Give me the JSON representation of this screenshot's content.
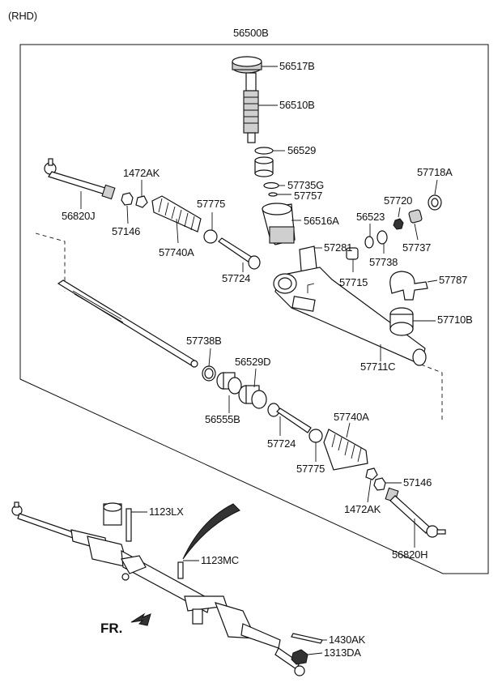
{
  "header": {
    "variant": "(RHD)"
  },
  "direction": {
    "label": "FR."
  },
  "labels": {
    "p56500B": "56500B",
    "p56517B": "56517B",
    "p56510B": "56510B",
    "p56529": "56529",
    "p57735G": "57735G",
    "p57757": "57757",
    "p56516A": "56516A",
    "p57281": "57281",
    "p57718A": "57718A",
    "p57720": "57720",
    "p56523": "56523",
    "p57737": "57737",
    "p57738": "57738",
    "p57715": "57715",
    "p57787": "57787",
    "p57710B": "57710B",
    "p57711C": "57711C",
    "p1472AK_top": "1472AK",
    "p56820J": "56820J",
    "p57146_top": "57146",
    "p57740A_top": "57740A",
    "p57775_top": "57775",
    "p57724_top": "57724",
    "p57738B": "57738B",
    "p56529D": "56529D",
    "p56555B": "56555B",
    "p57724_bot": "57724",
    "p57740A_bot": "57740A",
    "p57775_bot": "57775",
    "p57146_bot": "57146",
    "p1472AK_bot": "1472AK",
    "p56820H": "56820H",
    "p1123LX": "1123LX",
    "p1123MC": "1123MC",
    "p1430AK": "1430AK",
    "p1313DA": "1313DA"
  }
}
